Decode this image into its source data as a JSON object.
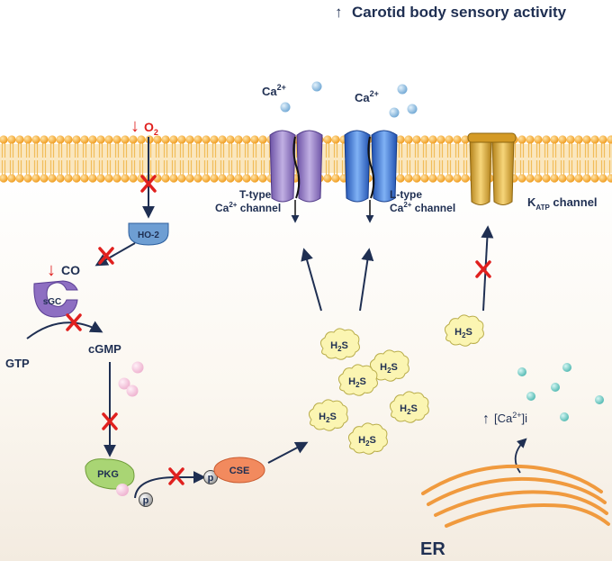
{
  "header": {
    "arrow": "↑",
    "title": "Carotid body sensory activity"
  },
  "labels": {
    "ca_a": "Ca",
    "ca_a_sup": "2+",
    "ca_b": "Ca",
    "ca_b_sup": "2+",
    "o2_arrow": "↓",
    "o2": "O",
    "o2_sub": "2",
    "co_arrow": "↓",
    "co": "CO",
    "ho2": "HO-2",
    "sgc": "sGC",
    "gtp": "GTP",
    "cgmp": "cGMP",
    "pkg": "PKG",
    "cse": "CSE",
    "p": "p",
    "ttype_1": "T-type",
    "ttype_2a": "Ca",
    "ttype_2sup": "2+",
    "ttype_2b": " channel",
    "ltype_1": "L-type",
    "ltype_2a": "Ca",
    "ltype_2sup": "2+",
    "ltype_2b": " channel",
    "katp_k": "K",
    "katp_sub": "ATP",
    "katp_rest": " channel",
    "h2s_h": "H",
    "h2s_sub": "2",
    "h2s_s": "S",
    "cai_arrow": "↑",
    "cai_open": "[Ca",
    "cai_sup": "2+",
    "cai_close": "]i",
    "er": "ER"
  },
  "colors": {
    "text": "#1f2f52",
    "arrow": "#1f2f52",
    "inhibit": "#e0201e",
    "membrane_head": "#f5a11c",
    "membrane_tail": "#f0c978",
    "ttype": "#9c82c6",
    "ltype": "#3f7ee0",
    "katp": "#e6b23a",
    "h2s_cloud": "#fbf5b2",
    "ca_ion": "#9ec7e6",
    "er_ca": "#7fd1cc",
    "cgmp_dot": "#f5c6dd",
    "er": "#f09a3e",
    "ho2": "#6e9ed3",
    "sgc": "#8e6fc2",
    "pkg": "#9fcf6a",
    "cse": "#f28a5e"
  }
}
